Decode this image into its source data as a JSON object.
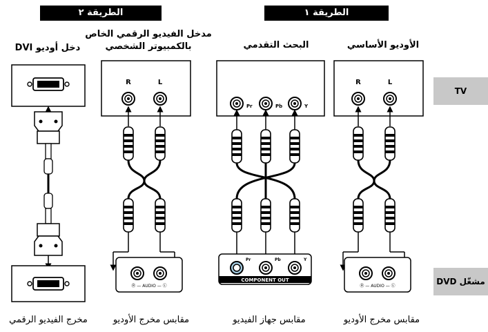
{
  "method1": {
    "banner": "الطريقة ١"
  },
  "method2": {
    "banner": "الطريقة ٢"
  },
  "side_labels": {
    "tv": "TV",
    "dvd": "مشغّل DVD"
  },
  "headings": {
    "audio_basic": "الأوديو  الأساسي",
    "advanced_scan": "البحث التقدمي",
    "pc_input_line1": "مدخل الفيديو الرقمي الخاص",
    "pc_input_line2": "بالكمبيوتر الشخصي",
    "dvi_input": "دخل أوديو DVI"
  },
  "footers": {
    "audio_out_1": "مقابس مخرج الأوديو",
    "component_video": "مقابس جهاز الفيديو",
    "audio_out_2": "مقابس مخرج الأوديو",
    "digital_video_out": "مخرج الفيديو الرقمي"
  },
  "jacks": {
    "r": "R",
    "l": "L",
    "pr": "Pr",
    "pb": "Pb",
    "y": "Y",
    "audio_strip": "Ⓡ — AUDIO — Ⓛ",
    "component_out": "COMPONENT OUT"
  },
  "colors": {
    "ink": "#000000",
    "side_bg": "#c8c8c8",
    "pb_jack": "#a9d2e8"
  }
}
